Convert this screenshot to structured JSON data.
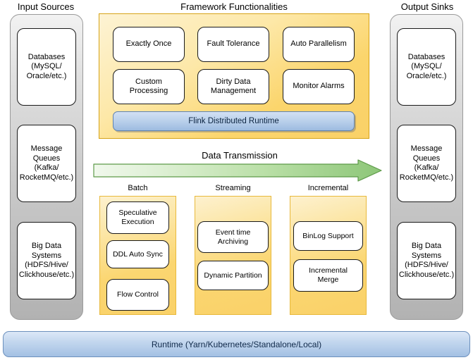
{
  "diagram": {
    "title_input": "Input Sources",
    "title_framework": "Framework Functionalities",
    "title_output": "Output Sinks",
    "transmission_label": "Data Transmission",
    "runtime_label": "Runtime (Yarn/Kubernetes/Standalone/Local)"
  },
  "colors": {
    "framework_panel": "#fad168",
    "framework_border": "#d6a318",
    "rail_fill": "#c9c9c9",
    "rail_border": "#9a9a9a",
    "node_fill": "#ffffff",
    "node_border": "#1a1a1a",
    "flink_bar": "#9dbbe0",
    "flink_border": "#5f83b1",
    "runtime_bar": "#a3c0e3",
    "runtime_border": "#6c90bd",
    "arrow_fill": "#8dc678",
    "arrow_border": "#5e9a49",
    "pipeline_column": "#fad168",
    "pipeline_border": "#e8b93c"
  },
  "input_sources": {
    "label": "Input Sources",
    "items": [
      {
        "id": "databases",
        "lines": [
          "Databases",
          "(MySQL/",
          "Oracle/etc.)"
        ]
      },
      {
        "id": "message-queues",
        "lines": [
          "Message",
          "Queues",
          "(Kafka/",
          "RocketMQ/etc.)"
        ]
      },
      {
        "id": "big-data-systems",
        "lines": [
          "Big Data",
          "Systems",
          "(HDFS/Hive/",
          "Clickhouse/etc.)"
        ]
      }
    ]
  },
  "output_sinks": {
    "label": "Output Sinks",
    "items": [
      {
        "id": "databases",
        "lines": [
          "Databases",
          "(MySQL/",
          "Oracle/etc.)"
        ]
      },
      {
        "id": "message-queues",
        "lines": [
          "Message",
          "Queues",
          "(Kafka/",
          "RocketMQ/etc.)"
        ]
      },
      {
        "id": "big-data-systems",
        "lines": [
          "Big Data",
          "Systems",
          "(HDFS/Hive/",
          "Clickhouse/etc.)"
        ]
      }
    ]
  },
  "framework": {
    "label": "Framework Functionalities",
    "features": [
      {
        "id": "exactly-once",
        "lines": [
          "Exactly Once"
        ]
      },
      {
        "id": "fault-tolerance",
        "lines": [
          "Fault Tolerance"
        ]
      },
      {
        "id": "auto-parallelism",
        "lines": [
          "Auto Parallelism"
        ]
      },
      {
        "id": "custom-processing",
        "lines": [
          "Custom",
          "Processing"
        ]
      },
      {
        "id": "dirty-data-management",
        "lines": [
          "Dirty Data",
          "Management"
        ]
      },
      {
        "id": "monitor-alarms",
        "lines": [
          "Monitor Alarms"
        ]
      }
    ],
    "runtime_bar_label": "Flink Distributed Runtime"
  },
  "pipelines": [
    {
      "id": "batch",
      "label": "Batch",
      "items": [
        {
          "id": "speculative-execution",
          "lines": [
            "Speculative",
            "Execution"
          ]
        },
        {
          "id": "ddl-auto-sync",
          "lines": [
            "DDL Auto Sync"
          ]
        },
        {
          "id": "flow-control",
          "lines": [
            "Flow Control"
          ]
        }
      ]
    },
    {
      "id": "streaming",
      "label": "Streaming",
      "items": [
        {
          "id": "event-time-archiving",
          "lines": [
            "Event time",
            "Archiving"
          ]
        },
        {
          "id": "dynamic-partition",
          "lines": [
            "Dynamic Partition"
          ]
        }
      ]
    },
    {
      "id": "incremental",
      "label": "Incremental",
      "items": [
        {
          "id": "binlog-support",
          "lines": [
            "BinLog Support"
          ]
        },
        {
          "id": "incremental-merge",
          "lines": [
            "Incremental",
            "Merge"
          ]
        }
      ]
    }
  ]
}
